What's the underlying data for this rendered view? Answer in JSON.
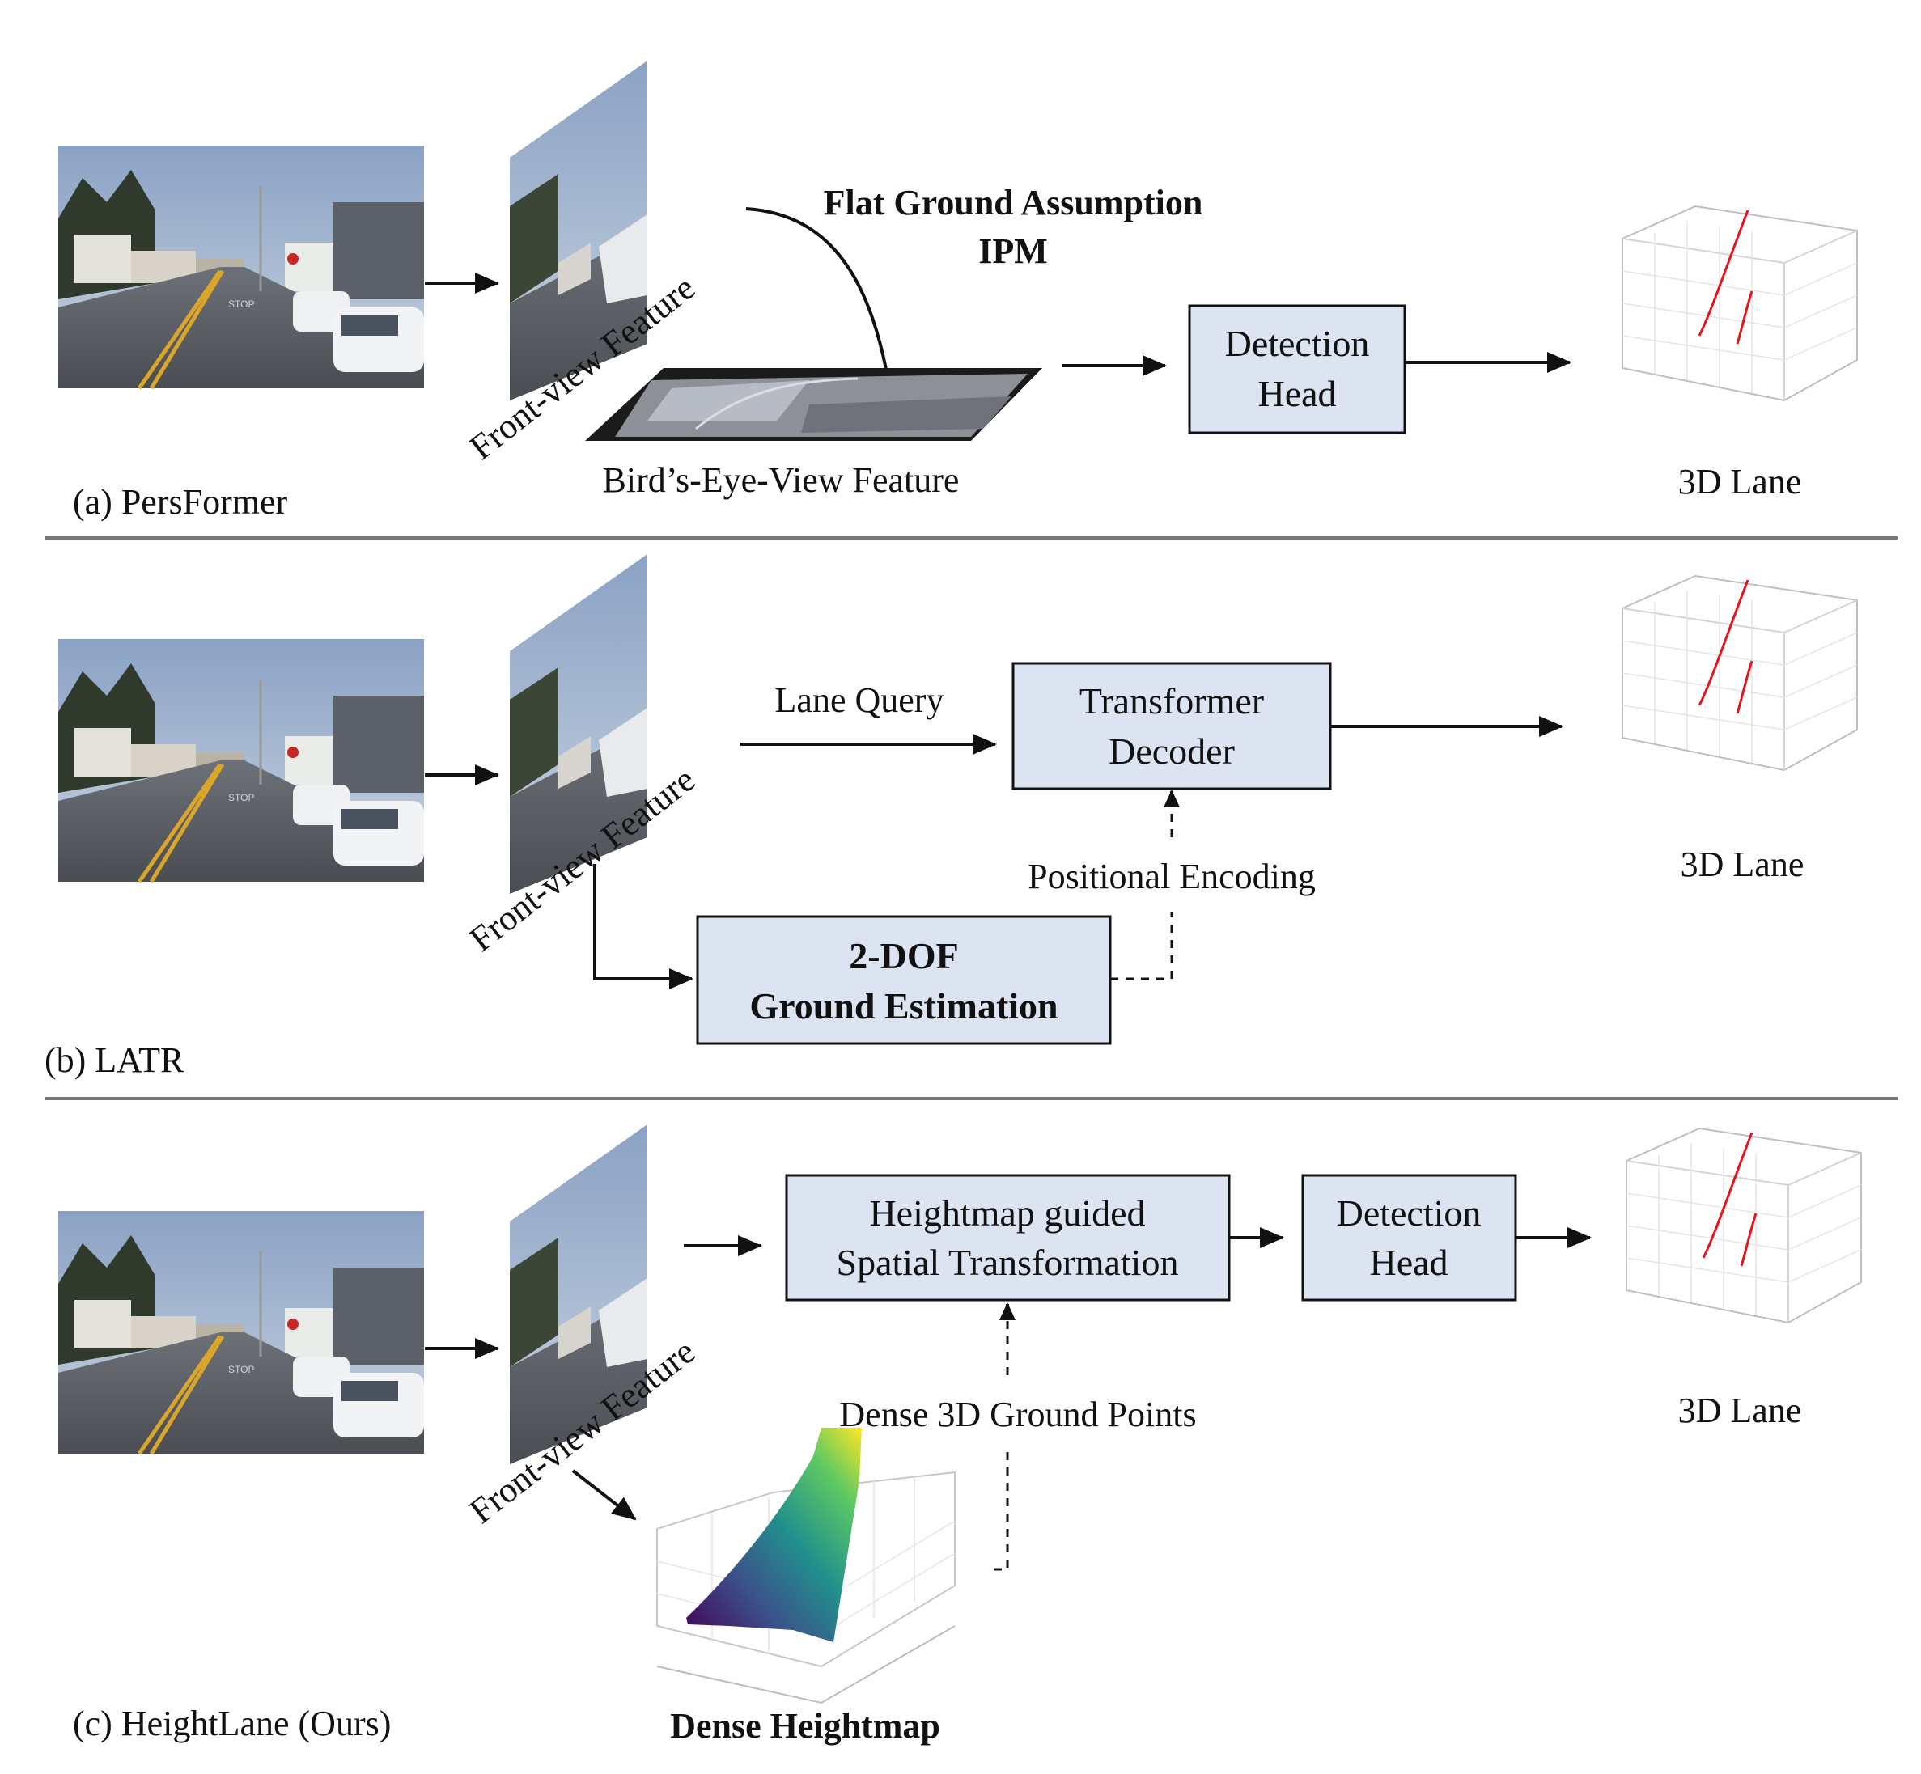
{
  "panels": [
    {
      "caption": "(a) PersFormer",
      "front_view_label": "Front-view Feature",
      "annotation_title": "Flat Ground Assumption",
      "annotation_subtitle": "IPM",
      "bev_label": "Bird’s-Eye-View Feature",
      "head_box": [
        "Detection",
        "Head"
      ],
      "output_label": "3D Lane"
    },
    {
      "caption": "(b) LATR",
      "front_view_label": "Front-view Feature",
      "query_label": "Lane Query",
      "decoder_box": [
        "Transformer",
        "Decoder"
      ],
      "pe_label": "Positional Encoding",
      "ground_box": [
        "2-DOF",
        "Ground Estimation"
      ],
      "output_label": "3D Lane"
    },
    {
      "caption": "(c) HeightLane (Ours)",
      "front_view_label": "Front-view Feature",
      "transform_box": [
        "Heightmap guided",
        "Spatial Transformation"
      ],
      "head_box": [
        "Detection",
        "Head"
      ],
      "points_label": "Dense 3D Ground Points",
      "heightmap_label": "Dense Heightmap",
      "output_label": "3D Lane"
    }
  ],
  "colors": {
    "box_fill": "#dce3f1",
    "lane_red": "#e8141c",
    "separator": "#777777"
  }
}
